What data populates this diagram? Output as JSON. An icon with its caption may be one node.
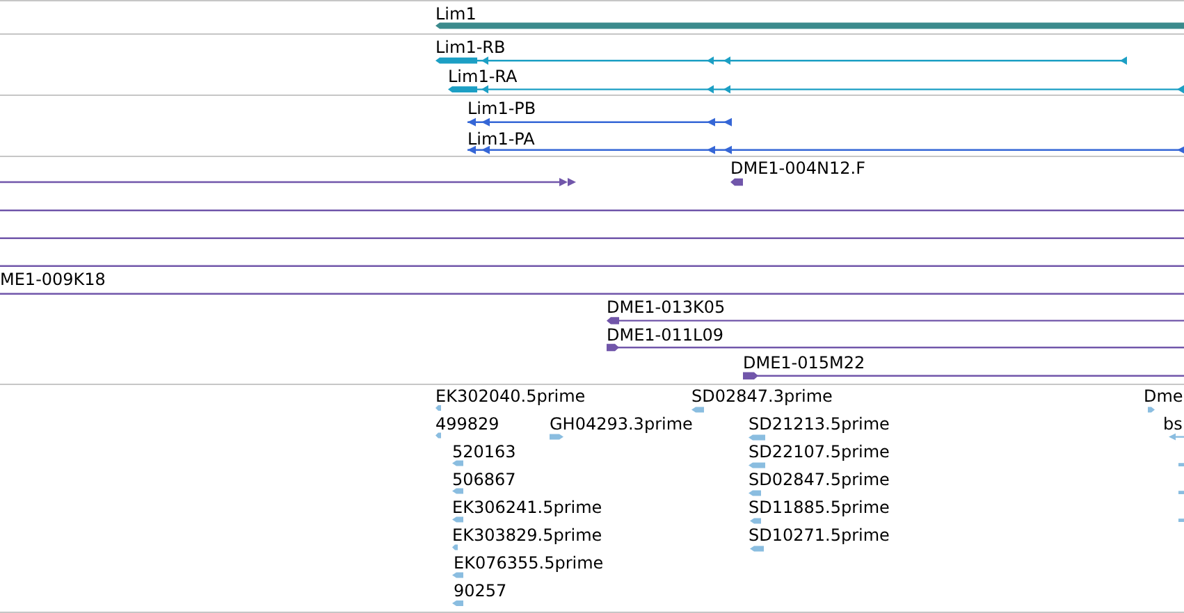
{
  "diagram": {
    "labels": [
      "Lim1",
      "Lim1-RB",
      "Lim1-RA",
      "Lim1-PB",
      "Lim1-PA",
      "DME1-004N12.F",
      "ME1-009K18",
      "DME1-013K05",
      "DME1-011L09",
      "DME1-015M22",
      "EK302040.5prime",
      "SD02847.3prime",
      "Dme",
      "499829",
      "GH04293.3prime",
      "SD21213.5prime",
      "bs",
      "520163",
      "SD22107.5prime",
      "506867",
      "SD02847.5prime",
      "EK306241.5prime",
      "SD11885.5prime",
      "EK303829.5prime",
      "SD10271.5prime",
      "EK076355.5prime",
      "90257"
    ]
  }
}
